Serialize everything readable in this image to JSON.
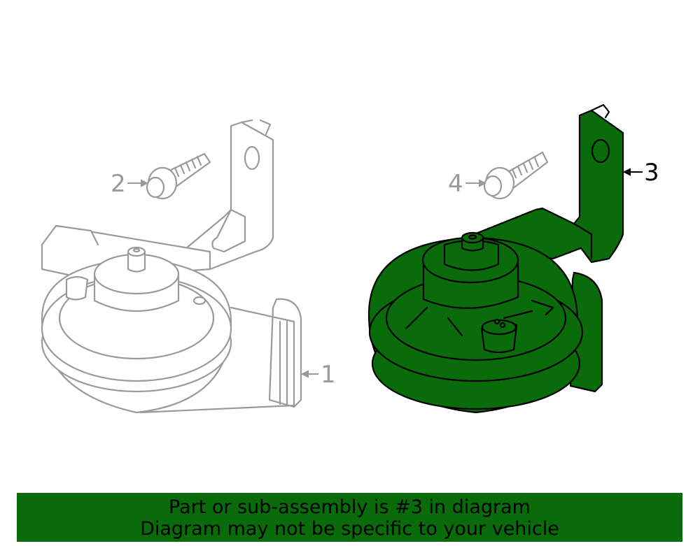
{
  "callouts": [
    {
      "number": "1",
      "highlighted": false
    },
    {
      "number": "2",
      "highlighted": false
    },
    {
      "number": "3",
      "highlighted": true
    },
    {
      "number": "4",
      "highlighted": false
    }
  ],
  "banner": {
    "line1": "Part or sub-assembly is #3 in diagram",
    "line2": "Diagram may not be specific to your vehicle"
  },
  "colors": {
    "highlight_fill": "#0a6b0a",
    "banner_bg": "#0a6b0a",
    "ghost_line": "#9a9a9a",
    "active_line": "#000000"
  }
}
